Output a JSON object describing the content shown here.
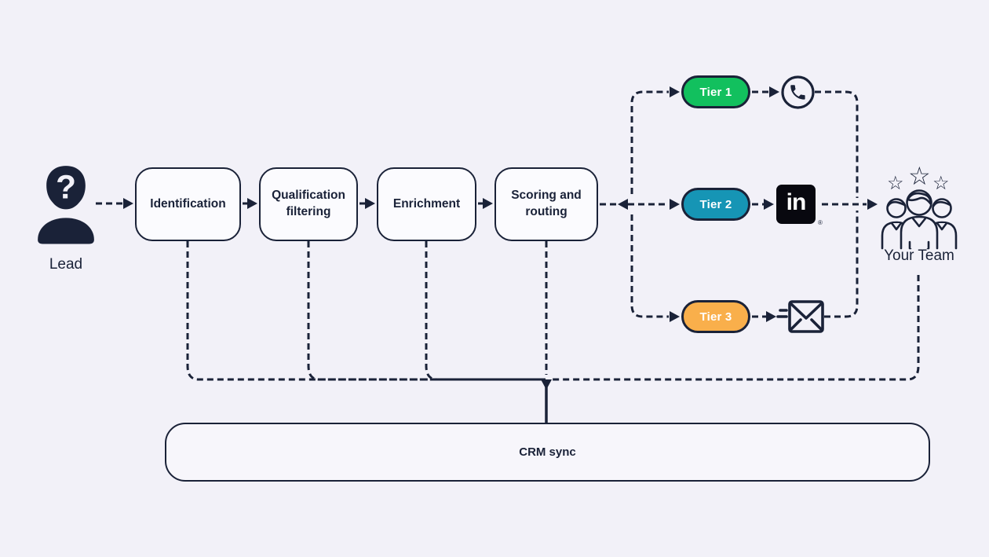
{
  "canvas": {
    "background_color": "#f2f1f8",
    "line_color": "#1a2238",
    "node_fill_color": "#fbfbfe"
  },
  "lead": {
    "label": "Lead",
    "icon": "person-question-icon",
    "question_mark": "?"
  },
  "pipeline": [
    {
      "label": "Identification"
    },
    {
      "label": "Qualification filtering"
    },
    {
      "label": "Enrichment"
    },
    {
      "label": "Scoring and routing"
    }
  ],
  "tiers": [
    {
      "label": "Tier 1",
      "color": "#12c05e",
      "channel_icon": "phone-icon"
    },
    {
      "label": "Tier 2",
      "color": "#1695b5",
      "channel_icon": "linkedin-icon"
    },
    {
      "label": "Tier 3",
      "color": "#f9af4b",
      "channel_icon": "email-icon"
    }
  ],
  "linkedin": {
    "text": "in",
    "reg": "®"
  },
  "team": {
    "label": "Your Team",
    "icon": "team-stars-icon",
    "stars": [
      "☆",
      "☆",
      "☆"
    ]
  },
  "crm": {
    "label": "CRM sync"
  }
}
